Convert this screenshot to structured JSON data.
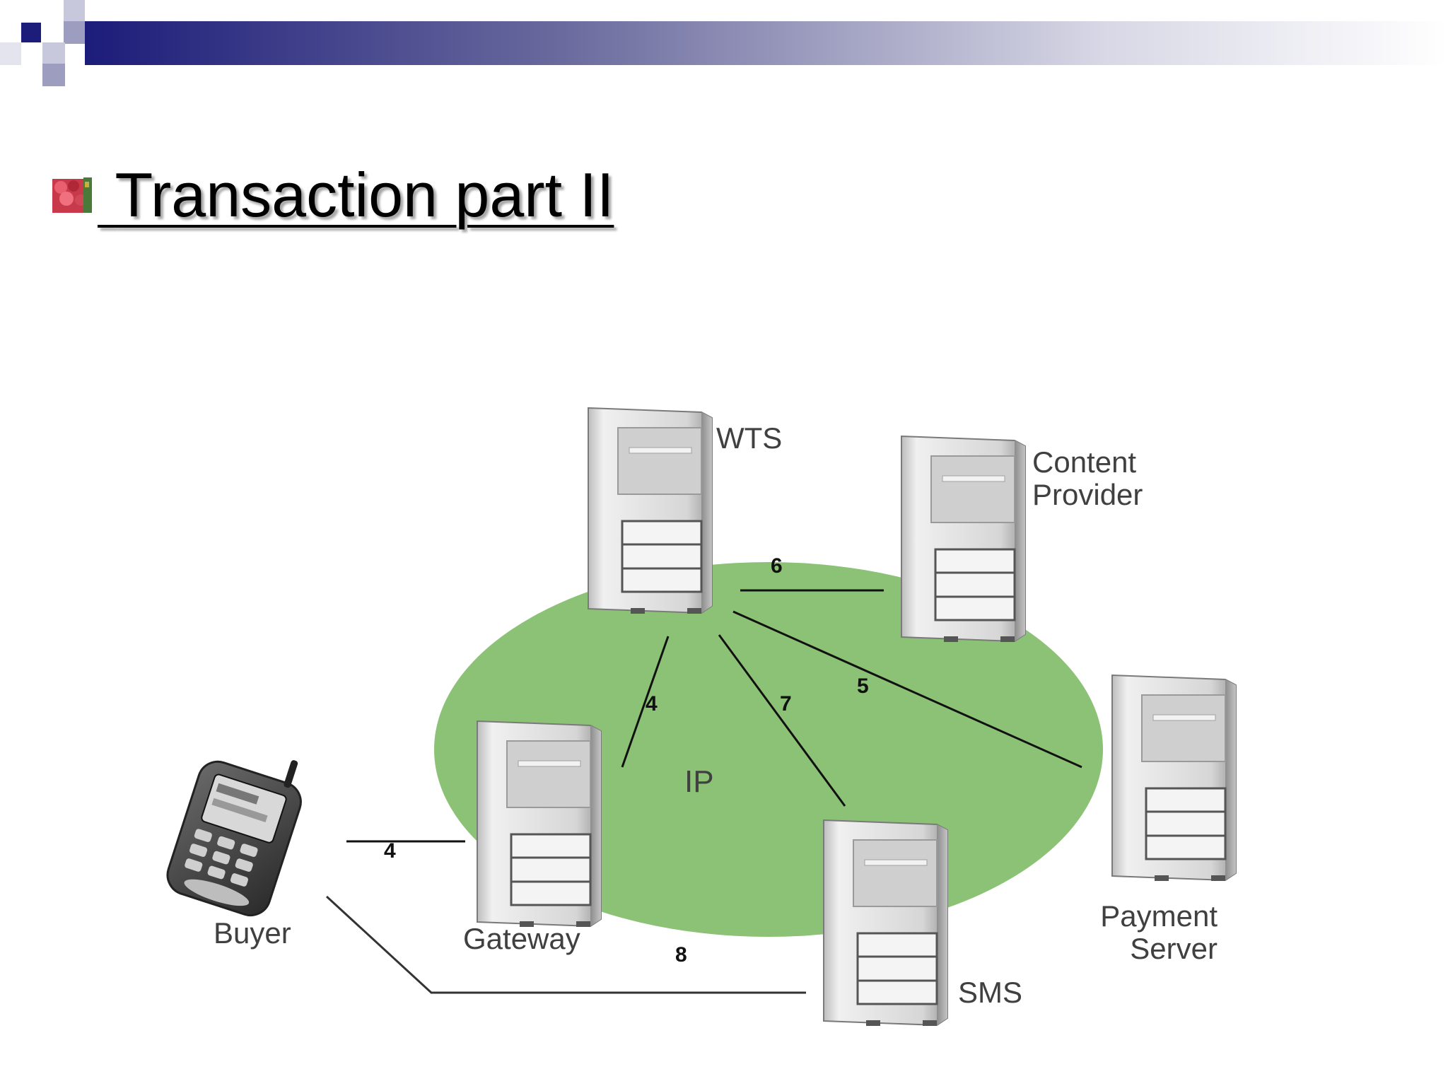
{
  "slide": {
    "title": "Transaction part II"
  },
  "diagram": {
    "nodes": {
      "wts": "WTS",
      "content_provider_line1": "Content",
      "content_provider_line2": "Provider",
      "gateway": "Gateway",
      "sms": "SMS",
      "payment_server_line1": "Payment",
      "payment_server_line2": "Server",
      "buyer": "Buyer"
    },
    "network_label": "IP",
    "edges": {
      "wts_content_provider": "6",
      "wts_gateway": "4",
      "wts_sms": "7",
      "wts_payment_server": "5",
      "buyer_gateway": "4",
      "buyer_sms": "8"
    }
  },
  "colors": {
    "topbar_dark": "#1c1c7a",
    "network_green": "#8cc276",
    "text_gray": "#404040"
  }
}
